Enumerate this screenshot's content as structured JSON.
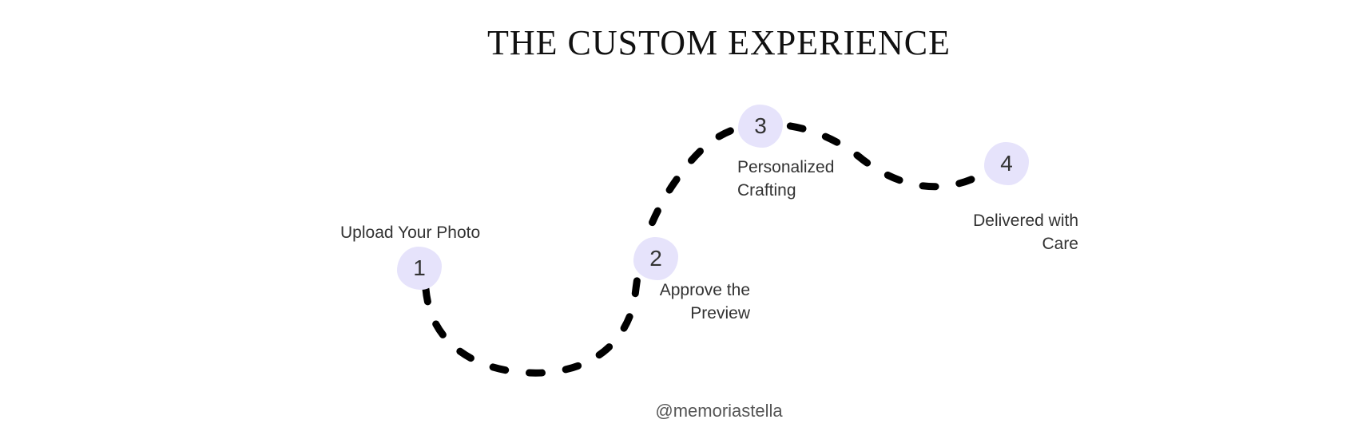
{
  "title": "THE CUSTOM EXPERIENCE",
  "steps": [
    {
      "number": "1",
      "label_lines": [
        "Upload Your Photo"
      ]
    },
    {
      "number": "2",
      "label_lines": [
        "Approve the",
        "Preview"
      ]
    },
    {
      "number": "3",
      "label_lines": [
        "Personalized",
        "Crafting"
      ]
    },
    {
      "number": "4",
      "label_lines": [
        "Delivered with",
        "Care"
      ]
    }
  ],
  "footer_handle": "@memoriastella",
  "colors": {
    "badge": "#e6e3fb",
    "path": "#000000",
    "text": "#333333"
  }
}
